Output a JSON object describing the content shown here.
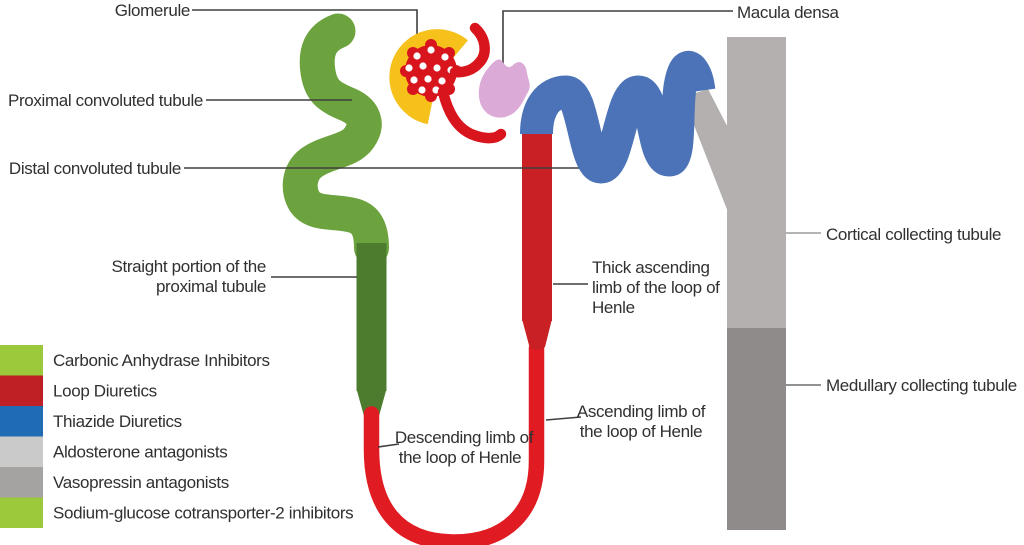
{
  "title": "Nephron diagram with diuretic drug target sites",
  "labels": {
    "glomerule": "Glomerule",
    "macula_densa": "Macula densa",
    "proximal_convoluted_tubule": "Proximal convoluted tubule",
    "distal_convoluted_tubule": "Distal convoluted tubule",
    "straight_portion": {
      "line1": "Straight portion of the",
      "line2": "proximal tubule"
    },
    "thick_ascending": {
      "line1": "Thick ascending",
      "line2": "limb of the loop of",
      "line3": "Henle"
    },
    "descending_limb": {
      "line1": "Descending limb of",
      "line2": "the loop of Henle"
    },
    "ascending_limb": {
      "line1": "Ascending limb of",
      "line2": "the loop of Henle"
    },
    "cortical_collecting_tubule": "Cortical collecting tubule",
    "medullary_collecting_tubule": "Medullary collecting tubule"
  },
  "legend": {
    "items": [
      {
        "label": "Carbonic Anhydrase Inhibitors",
        "color": "#9cc93c"
      },
      {
        "label": "Loop Diuretics",
        "color": "#be2026"
      },
      {
        "label": "Thiazide Diuretics",
        "color": "#1f6cb4"
      },
      {
        "label": "Aldosterone antagonists",
        "color": "#cbcaca"
      },
      {
        "label": "Vasopressin antagonists",
        "color": "#a5a3a1"
      },
      {
        "label": "Sodium-glucose cotransporter-2 inhibitors",
        "color": "#9cc93c"
      }
    ]
  },
  "anatomy_colors": {
    "proximal_tubule_green": "#6ca33e",
    "straight_portion_dark_green": "#4d7c2f",
    "loop_red": "#e01b22",
    "thick_limb_red": "#c92026",
    "thiazide_blue": "#4c73b8",
    "cortical_gray": "#b3b0af",
    "medullary_gray": "#8e8b8a",
    "bowman_yellow": "#f6c11b",
    "glomerulus_red": "#d8151d",
    "macula_pink": "#dcaad6"
  }
}
